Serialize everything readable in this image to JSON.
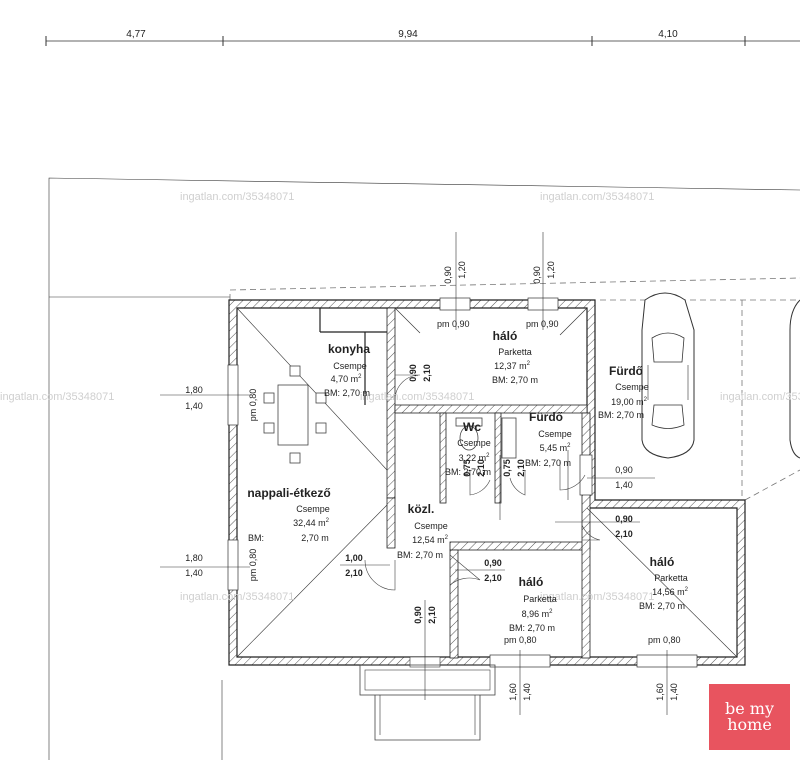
{
  "top_dimensions": [
    "4,77",
    "9,94",
    "4,10"
  ],
  "watermark": "ingatlan.com/35348071",
  "logo": {
    "line1": "be my",
    "line2": "home"
  },
  "rooms": {
    "konyha": {
      "name": "konyha",
      "floor": "Csempe",
      "area": "4,70 m",
      "height": "BM: 2,70 m"
    },
    "halo1": {
      "name": "háló",
      "floor": "Parketta",
      "area": "12,37 m",
      "height": "BM: 2,70 m"
    },
    "furdo_big": {
      "name": "Fürdő",
      "floor": "Csempe",
      "area": "19,00 m",
      "height": "BM: 2,70 m"
    },
    "furdo_small": {
      "name": "Fürdő",
      "floor": "Csempe",
      "area": "5,45 m",
      "height": "BM: 2,70 m"
    },
    "wc": {
      "name": "Wc",
      "floor": "Csempe",
      "area": "3,22 m",
      "height": "BM: 2,70 m"
    },
    "nappali": {
      "name": "nappali-étkező",
      "floor": "Csempe",
      "area": "32,44 m",
      "height_label": "BM:",
      "height_value": "2,70 m"
    },
    "kozl": {
      "name": "közl.",
      "floor": "Csempe",
      "area": "12,54 m",
      "height": "BM: 2,70 m"
    },
    "halo2": {
      "name": "háló",
      "floor": "Parketta",
      "area": "8,96 m",
      "height": "BM: 2,70 m"
    },
    "halo3": {
      "name": "háló",
      "floor": "Parketta",
      "area": "14,56 m",
      "height": "BM: 2,70 m"
    }
  },
  "superscript": "2",
  "openings": {
    "w090": "0,90",
    "w120": "1,20",
    "w180": "1,80",
    "w140": "1,40",
    "w075": "0,75",
    "w210": "2,10",
    "w100": "1,00",
    "w160": "1,60",
    "pm090": "pm 0,90",
    "pm080": "pm 0,80",
    "pm080v": "pm 0,80"
  }
}
